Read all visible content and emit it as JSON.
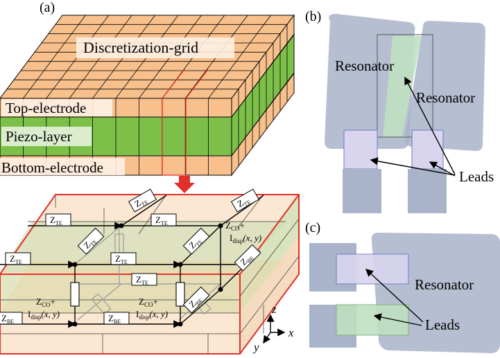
{
  "panel_a": {
    "tag": "(a)",
    "layers": {
      "grid_label": "Discretization-grid",
      "top_electrode": "Top-electrode",
      "piezo_layer": "Piezo-layer",
      "bottom_electrode": "Bottom-electrode"
    },
    "circuit": {
      "z_te": "Z",
      "z_te_sub": "TE",
      "z_be": "Z",
      "z_be_sub": "BE",
      "z_co": "Z",
      "z_co_sub": "CO",
      "plus": "+",
      "i_disp": "I",
      "i_disp_sub": "disp",
      "i_disp_args": "(x, y)"
    },
    "axes": {
      "z": "z",
      "x": "x",
      "y": "y"
    }
  },
  "panel_b": {
    "tag": "(b)",
    "resonator_left": "Resonator",
    "resonator_right": "Resonator",
    "leads": "Leads"
  },
  "panel_c": {
    "tag": "(c)",
    "resonator": "Resonator",
    "leads": "Leads"
  },
  "colors": {
    "electrode": "#f7c08c",
    "piezo": "#7cc04a",
    "grid_line": "#000000",
    "highlight": "#e0302a",
    "slab_fill": "#fbe7d2",
    "slab_piezo": "#c9dfb0",
    "resonator": "#a9b3c9",
    "lead_blue": "#d9d5ee",
    "lead_green": "#bfe0c0"
  }
}
